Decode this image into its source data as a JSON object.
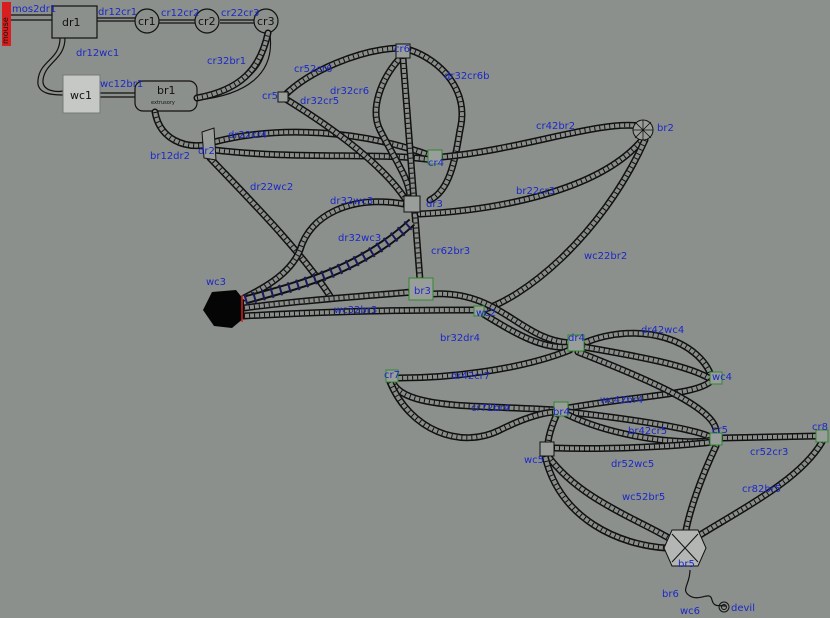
{
  "colors": {
    "background": "#8c908c",
    "label": "#1a28c8",
    "line": "#101010",
    "accent_red": "#d81e1e",
    "junction": "#2e8a2e"
  },
  "vertical_tag": "mouse",
  "nodes": {
    "dr1": "dr1",
    "cr1": "cr1",
    "cr2": "cr2",
    "cr3": "cr3",
    "wc1": "wc1",
    "br1": "br1",
    "br1_sub": "extrusory"
  },
  "labels": {
    "mos2dr1": "mos2dr1",
    "dr12cr1": "dr12cr1",
    "cr12cr2": "cr12cr2",
    "cr22cr3": "cr22cr3",
    "dr12wc1": "dr12wc1",
    "wc12br1": "wc12br1",
    "cr32br1": "cr32br1",
    "cr6": "cr6",
    "cr52cr6": "cr52cr6",
    "dr32cr6b": "dr32cr6b",
    "cr5": "cr5",
    "dr32cr6": "dr32cr6",
    "dr32cr5": "dr32cr5",
    "cr42br2": "cr42br2",
    "br2": "br2",
    "dr2": "dr2",
    "dr22cr4": "dr22cr4",
    "br12dr2": "br12dr2",
    "cr4": "cr4",
    "dr22wc2": "dr22wc2",
    "dr3": "dr3",
    "br22cr3": "br22cr3",
    "dr32wc3": "dr32wc3",
    "dr32wc3b": "dr32wc3",
    "cr62br3": "cr62br3",
    "wc22br2": "wc22br2",
    "wc3": "wc3",
    "br3": "br3",
    "wc32br3": "wc32br3",
    "wc2": "wc2",
    "br32dr4": "br32dr4",
    "dr4": "dr4",
    "dr42wc4": "dr42wc4",
    "cr7": "cr7",
    "dr42cr7": "dr42cr7",
    "wc4": "wc4",
    "cr72br4": "cr72br4",
    "br4": "br4",
    "wc42br4": "wc42br4",
    "br42cr5": "br42cr5",
    "cr5b": "cr5",
    "cr8": "cr8",
    "wc5": "wc5",
    "dr52wc5": "dr52wc5",
    "cr52cr3": "cr52cr3",
    "cr82br5": "cr82br5",
    "wc52br5": "wc52br5",
    "br5": "br5",
    "br6": "br6",
    "wc6": "wc6",
    "devil": "devil"
  }
}
